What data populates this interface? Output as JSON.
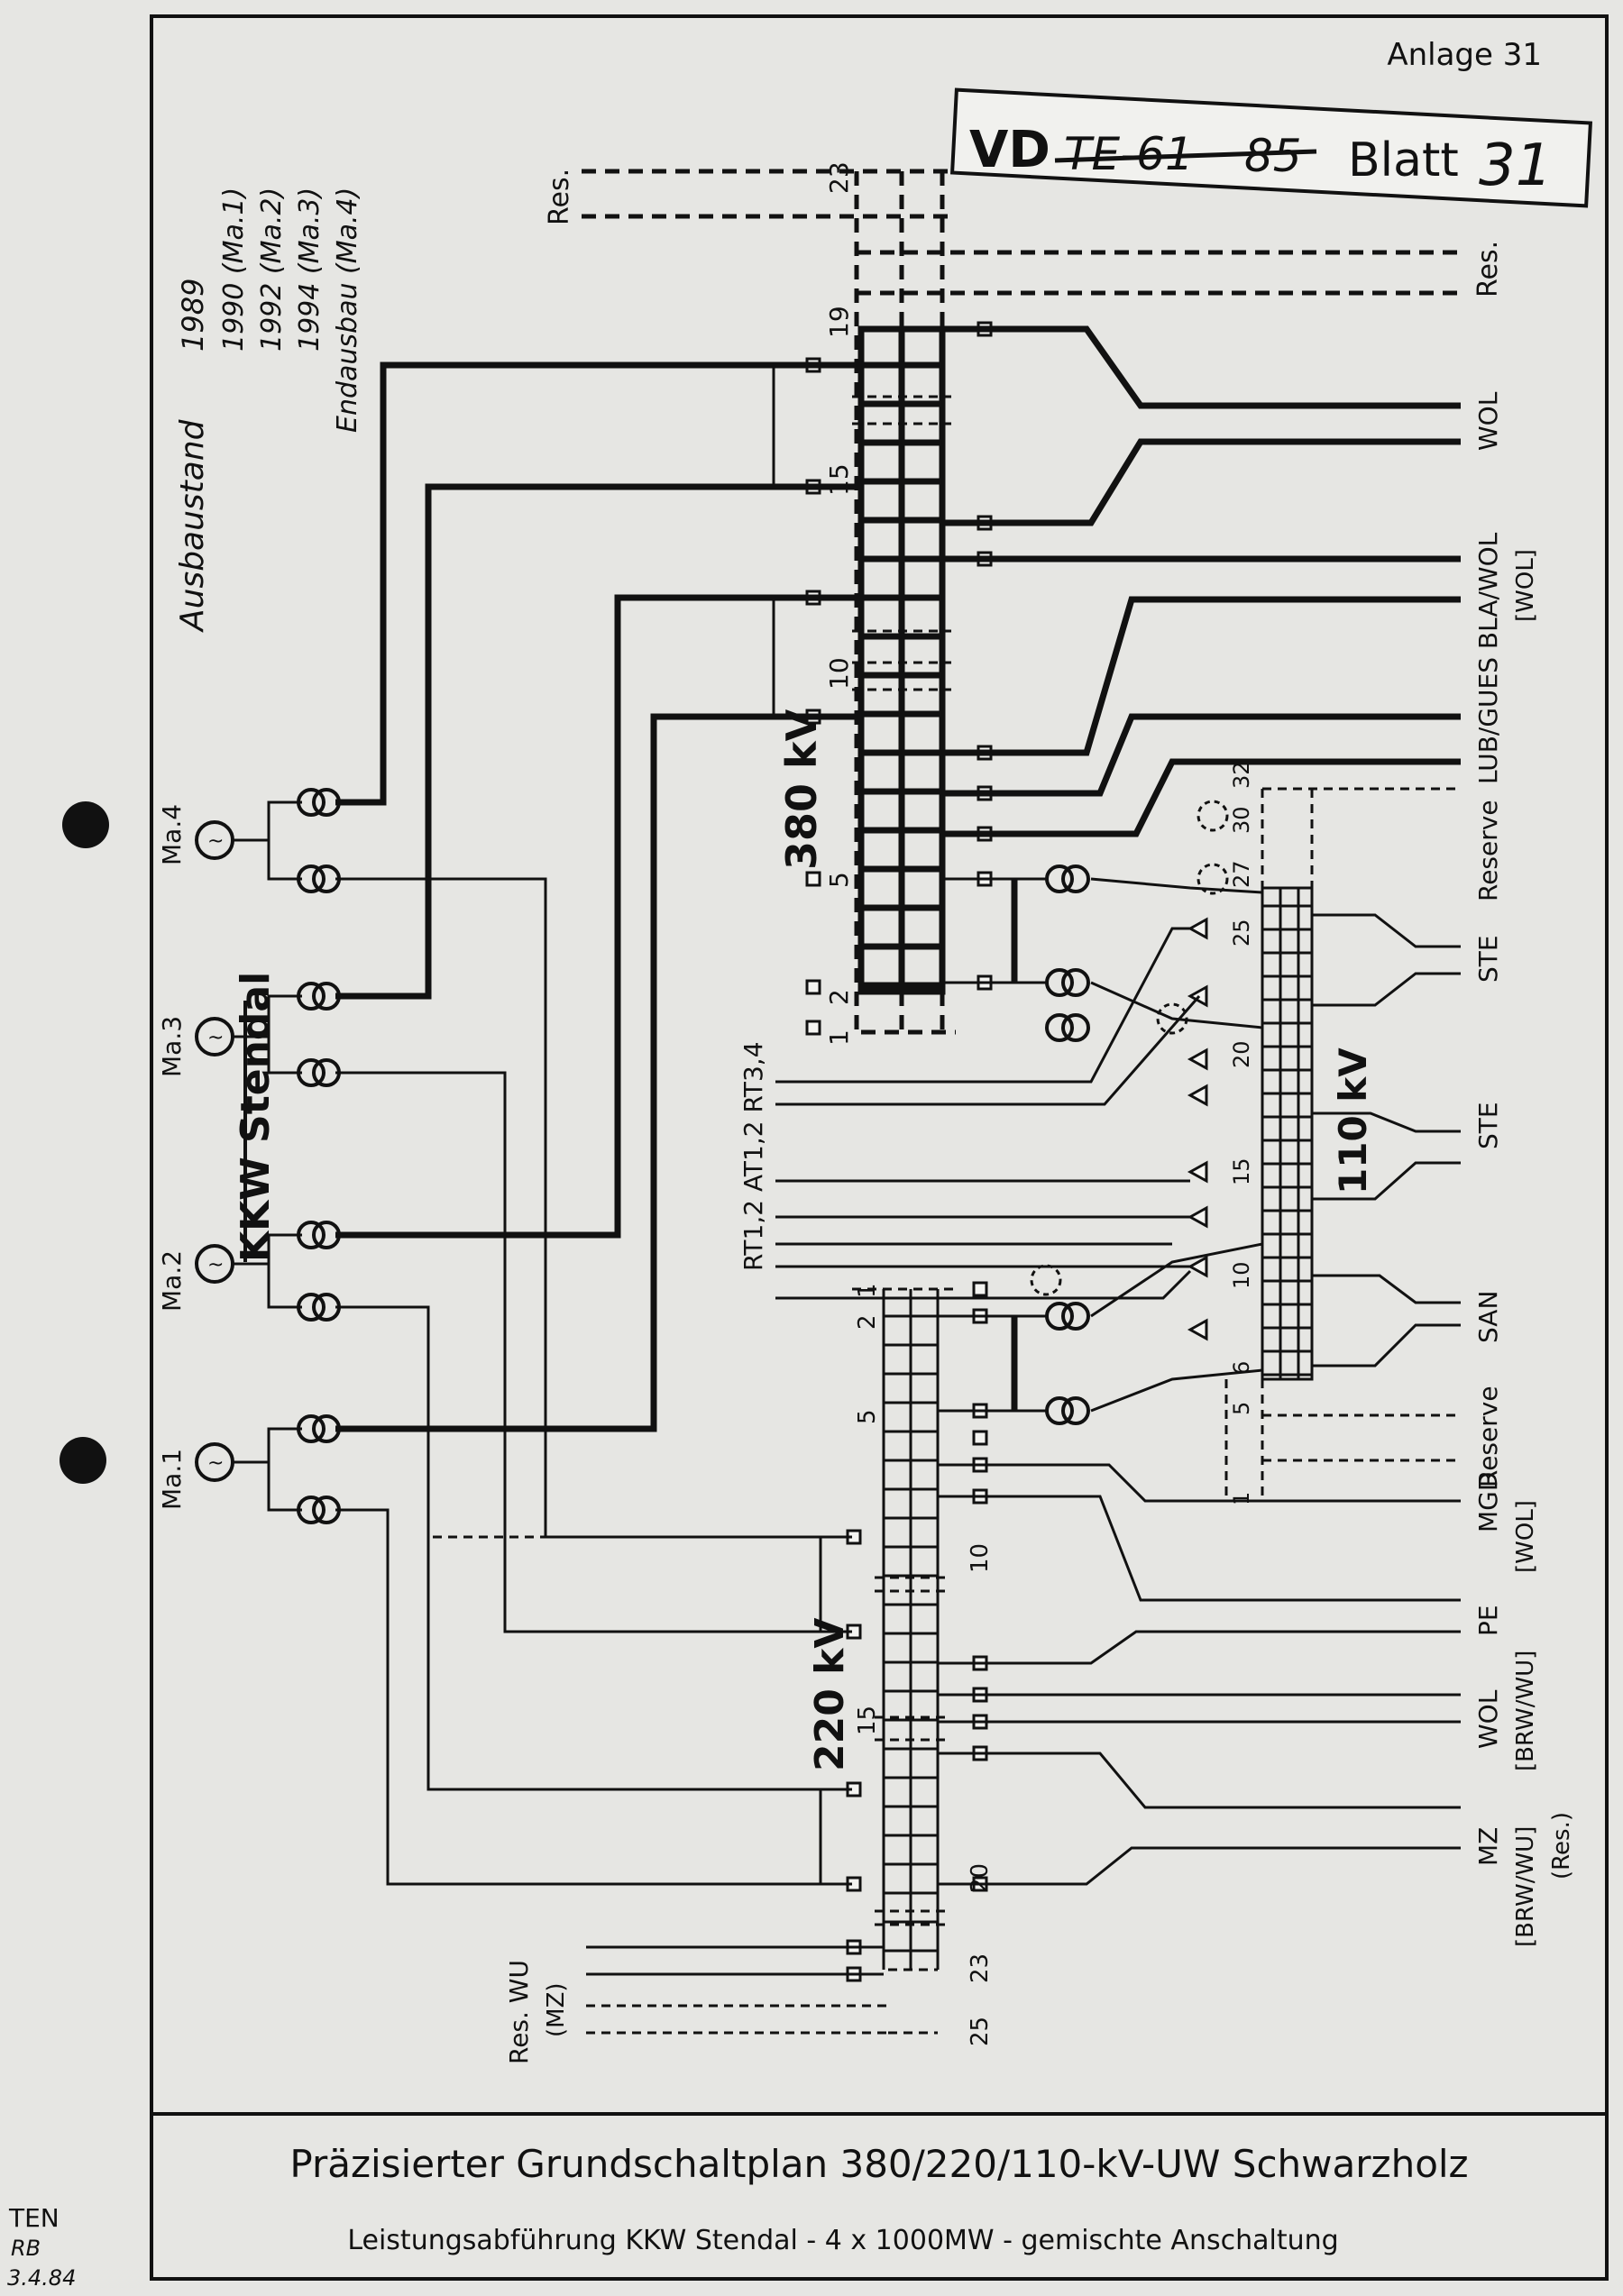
{
  "header": {
    "annex": "Anlage 31",
    "doc_prefix": "VD",
    "doc_struck": "TE-61",
    "doc_struck2": "85",
    "sheet_label": "Blatt",
    "sheet_number": "31"
  },
  "ausbau": {
    "title": "Ausbaustand",
    "years": [
      "1989",
      "1990 (Ma.1)",
      "1992 (Ma.2)",
      "1994 (Ma.3)",
      "Endausbau (Ma.4)"
    ]
  },
  "plant": {
    "name": "KKW Stendal",
    "units": [
      "Ma.4",
      "Ma.3",
      "Ma.2",
      "Ma.1"
    ]
  },
  "busbars": {
    "kv380": "380 kV",
    "kv220": "220 kV",
    "kv110": "110 kV"
  },
  "bay_numbers": {
    "b380": [
      "23",
      "19",
      "15",
      "10",
      "5",
      "2",
      "1"
    ],
    "b220": [
      "2",
      "1",
      "5",
      "10",
      "15",
      "20",
      "23",
      "25"
    ],
    "b110": [
      "32",
      "30",
      "27",
      "25",
      "20",
      "15",
      "10",
      "6",
      "5",
      "1"
    ]
  },
  "lines_right": [
    "Res.",
    "WOL",
    "LUB/GUES BLA/WOL",
    "[WOL]",
    "Reserve",
    "STE",
    "STE",
    "SAN",
    "Reserve",
    "MGD",
    "[WOL]",
    "PE",
    "WOL",
    "[BRW/WU]",
    "MZ",
    "[BRW/WU]",
    "(Res.)"
  ],
  "lines_left": {
    "res_top": "Res.",
    "transformers": "RT1,2  AT1,2  RT3,4",
    "res_wu": "Res. WU",
    "mz": "(MZ)"
  },
  "footer": {
    "title": "Präzisierter Grundschaltplan 380/220/110-kV-UW Schwarzholz",
    "subtitle": "Leistungsabführung KKW Stendal - 4 x 1000MW - gemischte Anschaltung"
  },
  "margin_note": {
    "ten": "TEN",
    "initials": "RB",
    "date": "3.4.84"
  }
}
